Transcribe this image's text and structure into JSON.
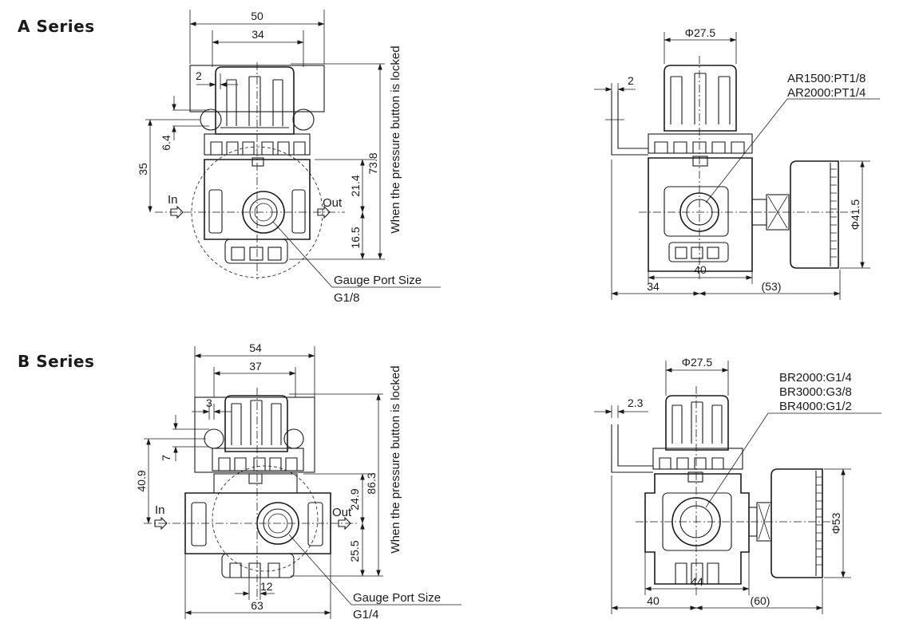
{
  "series_a": {
    "title": "A Series",
    "front": {
      "dim_width_outer": "50",
      "dim_width_inner": "34",
      "dim_gap": "2",
      "dim_knob_offset": "6.4",
      "dim_height_left": "35",
      "dim_center_upper": "21.4",
      "dim_center_lower": "16.5",
      "dim_total_height": "73.8",
      "locked_note": "When the pressure button is locked",
      "in_label": "In",
      "out_label": "Out",
      "gauge_port_label": "Gauge Port Size",
      "gauge_port_value": "G1/8"
    },
    "side": {
      "dim_knob_dia": "Φ27.5",
      "dim_gap": "2",
      "port_line_1": "AR1500:PT1/8",
      "port_line_2": "AR2000:PT1/4",
      "dim_gauge_dia": "Φ41.5",
      "dim_body_width": "40",
      "dim_left": "34",
      "dim_right": "(53)"
    }
  },
  "series_b": {
    "title": "B Series",
    "front": {
      "dim_width_outer": "54",
      "dim_width_inner": "37",
      "dim_gap": "3",
      "dim_knob_offset": "7",
      "dim_height_left": "40.9",
      "dim_center_upper": "24.9",
      "dim_center_lower": "25.5",
      "dim_total_height": "86.3",
      "locked_note": "When the pressure button is locked",
      "in_label": "In",
      "out_label": "Out",
      "dim_bottom_small": "12",
      "dim_bottom_width": "63",
      "gauge_port_label": "Gauge Port Size",
      "gauge_port_value": "G1/4"
    },
    "side": {
      "dim_knob_dia": "Φ27.5",
      "dim_gap": "2.3",
      "port_line_1": "BR2000:G1/4",
      "port_line_2": "BR3000:G3/8",
      "port_line_3": "BR4000:G1/2",
      "dim_gauge_dia": "Φ53",
      "dim_body_width": "44",
      "dim_left": "40",
      "dim_right": "(60)"
    }
  }
}
